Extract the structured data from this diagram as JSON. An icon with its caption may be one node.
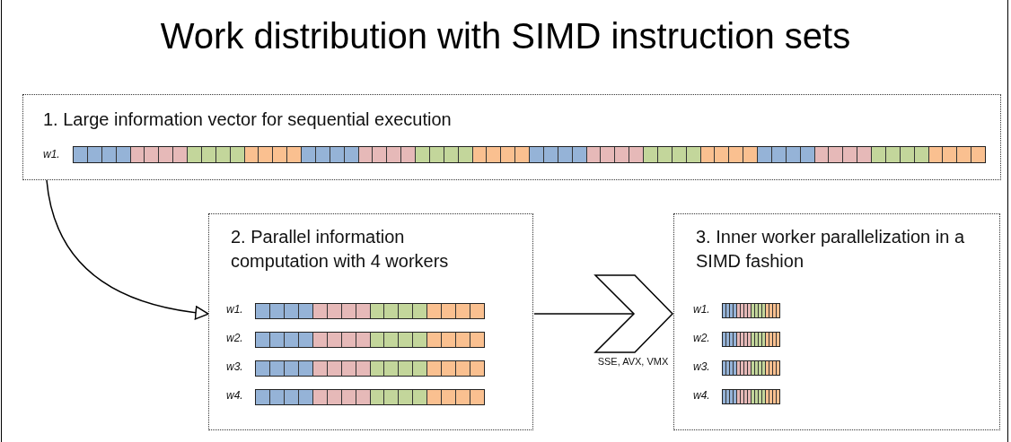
{
  "diagram": {
    "title": "Work distribution with SIMD instruction sets",
    "nodes": [
      {
        "text": [
          "1. Large information vector for sequential execution"
        ]
      },
      {
        "text": [
          "2. Parallel information computation with 4 workers"
        ]
      },
      {
        "text": [
          "3. Inner worker parallelization in a SIMD fashion"
        ]
      }
    ],
    "edges": [
      {
        "from": 0,
        "to": 1,
        "arrow": "to"
      },
      {
        "from": 1,
        "to": 2,
        "arrow": "to",
        "label": "SSE, AVX, VMX"
      }
    ],
    "labels": [
      "w1.",
      "w1.",
      "w2.",
      "w3.",
      "w4.",
      "w1.",
      "w2.",
      "w3.",
      "w4."
    ]
  }
}
